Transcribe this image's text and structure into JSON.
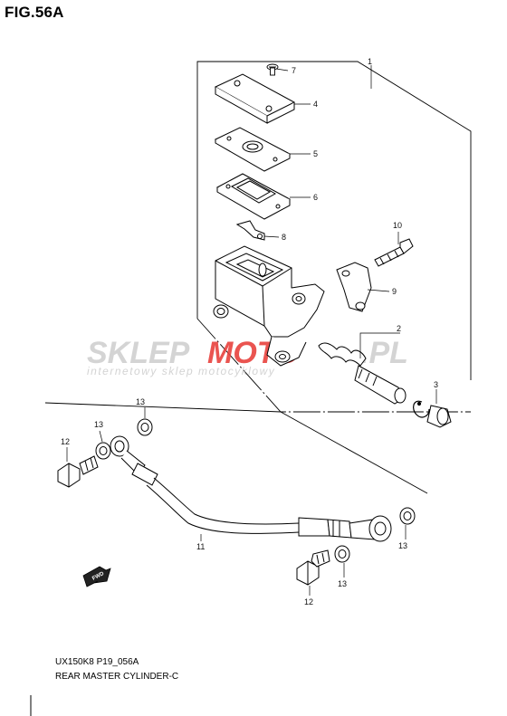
{
  "figure": {
    "title": "FIG.56A",
    "code": "UX150K8 P19_056A",
    "caption": "REAR MASTER CYLINDER-C"
  },
  "watermark": {
    "brand_grey": "SKLEP",
    "brand_red": "MOTO",
    "brand_end": ".PL",
    "tagline": "internetowy sklep motocyklowy",
    "red": "#e8423e",
    "grey": "#cfcfcf"
  },
  "direction_arrow": "FWD",
  "callouts": {
    "c1": "1",
    "c2": "2",
    "c3": "3",
    "c4": "4",
    "c5": "5",
    "c6": "6",
    "c7": "7",
    "c8": "8",
    "c9": "9",
    "c10": "10",
    "c11": "11",
    "c12a": "12",
    "c12b": "12",
    "c13a": "13",
    "c13b": "13",
    "c13c": "13",
    "c13d": "13"
  }
}
